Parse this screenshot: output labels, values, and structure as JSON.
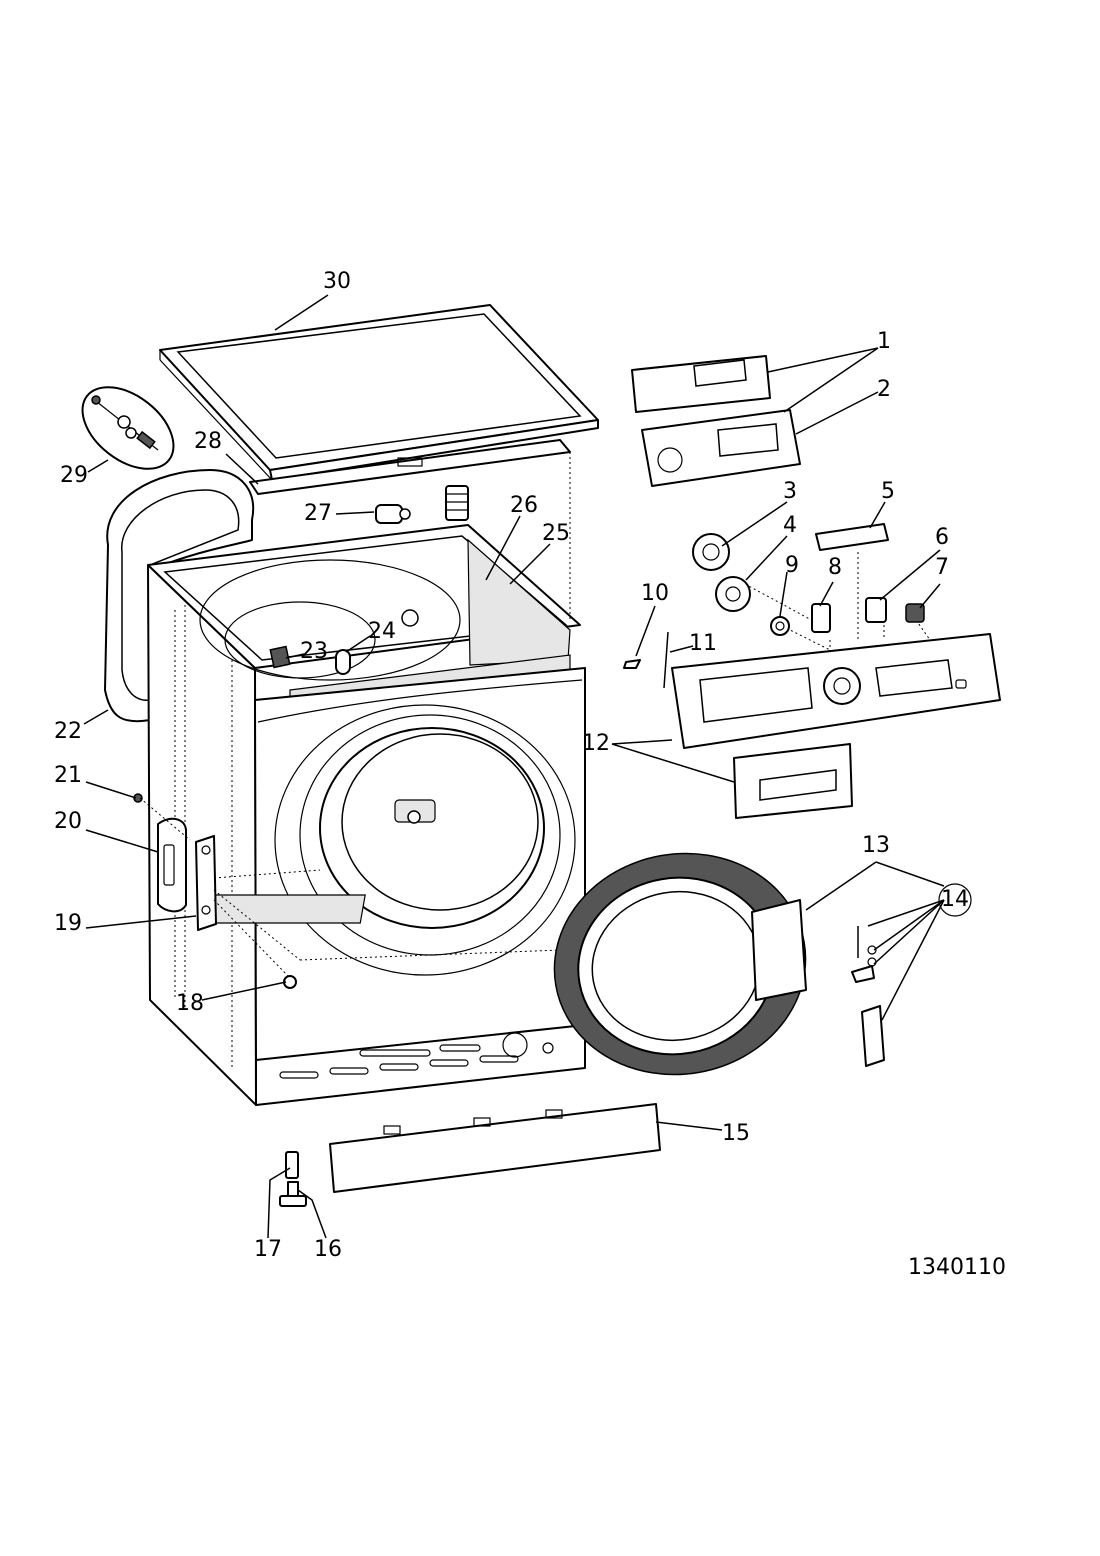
{
  "callouts": [
    {
      "id": "1",
      "text": "1"
    },
    {
      "id": "2",
      "text": "2"
    },
    {
      "id": "3",
      "text": "3"
    },
    {
      "id": "4",
      "text": "4"
    },
    {
      "id": "5",
      "text": "5"
    },
    {
      "id": "6",
      "text": "6"
    },
    {
      "id": "7",
      "text": "7"
    },
    {
      "id": "8",
      "text": "8"
    },
    {
      "id": "9",
      "text": "9"
    },
    {
      "id": "10",
      "text": "10"
    },
    {
      "id": "11",
      "text": "11"
    },
    {
      "id": "12",
      "text": "12"
    },
    {
      "id": "13",
      "text": "13"
    },
    {
      "id": "14",
      "text": "14"
    },
    {
      "id": "15",
      "text": "15"
    },
    {
      "id": "16",
      "text": "16"
    },
    {
      "id": "17",
      "text": "17"
    },
    {
      "id": "18",
      "text": "18"
    },
    {
      "id": "19",
      "text": "19"
    },
    {
      "id": "20",
      "text": "20"
    },
    {
      "id": "21",
      "text": "21"
    },
    {
      "id": "22",
      "text": "22"
    },
    {
      "id": "23",
      "text": "23"
    },
    {
      "id": "24",
      "text": "24"
    },
    {
      "id": "25",
      "text": "25"
    },
    {
      "id": "26",
      "text": "26"
    },
    {
      "id": "27",
      "text": "27"
    },
    {
      "id": "28",
      "text": "28"
    },
    {
      "id": "29",
      "text": "29"
    },
    {
      "id": "30",
      "text": "30"
    }
  ],
  "document_number": "1340110"
}
